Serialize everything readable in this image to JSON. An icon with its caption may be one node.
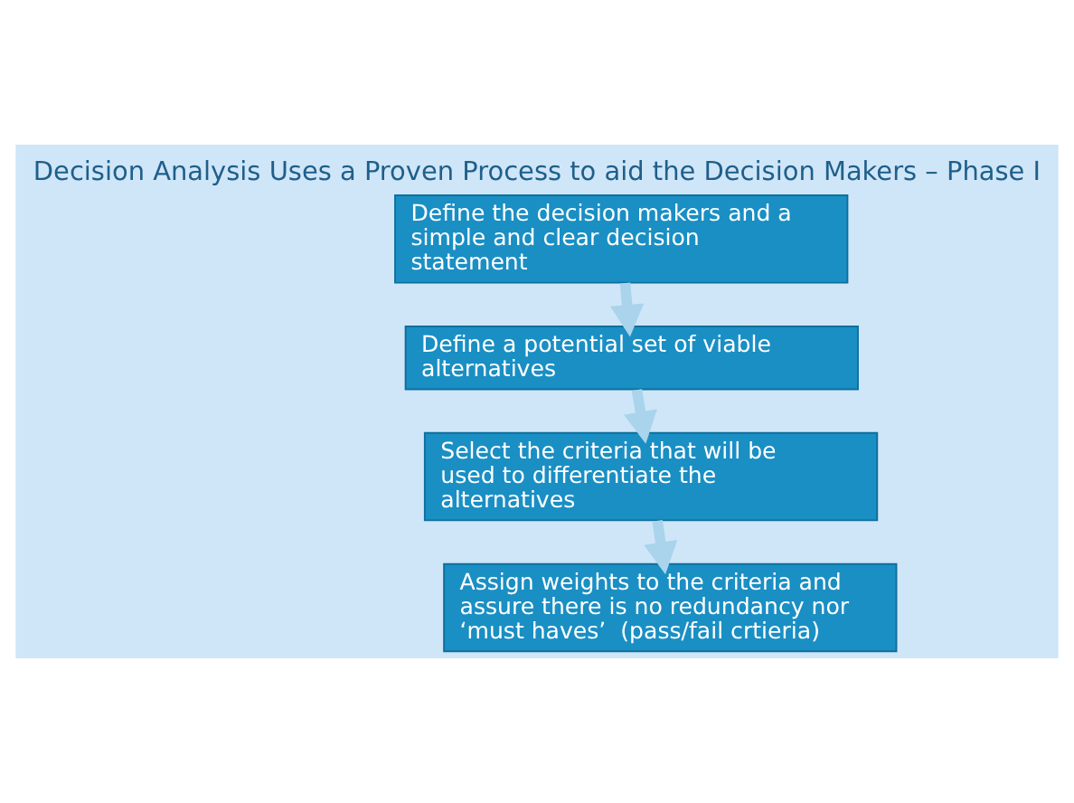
{
  "diagram": {
    "title": "Decision Analysis Uses a Proven Process to aid the Decision Makers – Phase I",
    "nodes": [
      {
        "text": [
          "Define the decision makers and a simple and clear decision statement"
        ]
      },
      {
        "text": [
          "Define a potential set of viable alternatives"
        ]
      },
      {
        "text": [
          "Select the criteria that will be used to differentiate the alternatives"
        ]
      },
      {
        "text": [
          "Assign weights to the criteria and assure there is no redundancy nor ‘must haves’  (pass/fail crtieria)"
        ]
      }
    ],
    "edges": [
      {
        "from": 0,
        "to": 1,
        "arrow": "to"
      },
      {
        "from": 1,
        "to": 2,
        "arrow": "to"
      },
      {
        "from": 2,
        "to": 3,
        "arrow": "to"
      }
    ]
  }
}
